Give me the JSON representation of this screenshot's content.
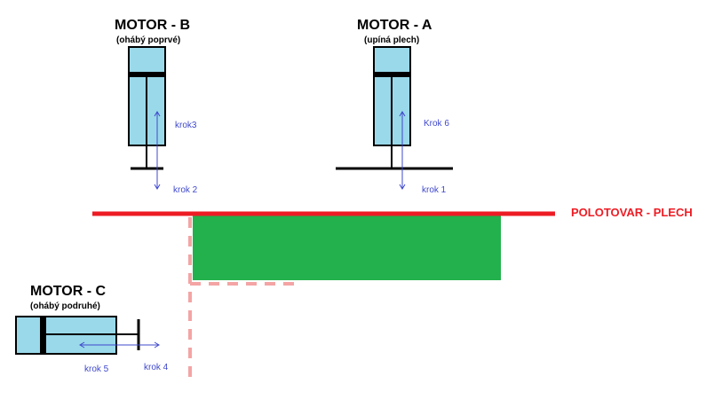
{
  "motors": {
    "b": {
      "title": "MOTOR - B",
      "subtitle": "(ohábý poprvé)"
    },
    "a": {
      "title": "MOTOR - A",
      "subtitle": "(upíná plech)"
    },
    "c": {
      "title": "MOTOR - C",
      "subtitle": "(ohábý podruhé)"
    }
  },
  "steps": {
    "krok1": "krok 1",
    "krok2": "krok 2",
    "krok3": "krok3",
    "krok4": "krok 4",
    "krok5": "krok 5",
    "krok6": "Krok 6"
  },
  "sheet_label": "POLOTOVAR - PLECH",
  "colors": {
    "cylinder_fill": "#99d9ea",
    "outline": "#000000",
    "sheet": "#ed1c24",
    "workpiece": "#22b14c",
    "dashed": "#f4a4a4",
    "arrow": "#3f48cc"
  }
}
